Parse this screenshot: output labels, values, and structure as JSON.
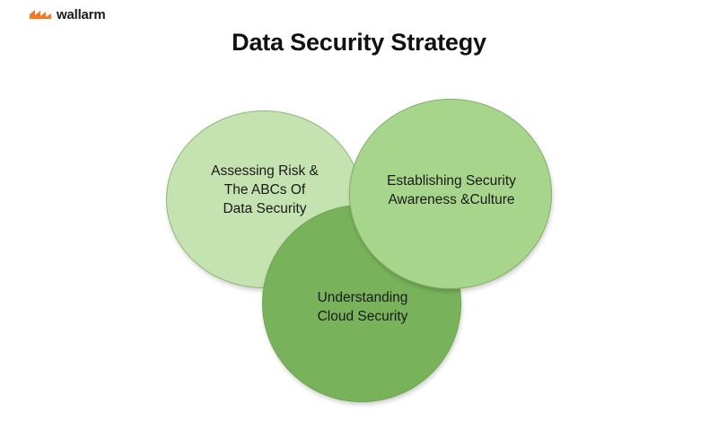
{
  "brand": {
    "logo_text": "wallarm",
    "logo_color": "#f47920"
  },
  "title": "Data Security Strategy",
  "diagram": {
    "type": "venn",
    "circles": [
      {
        "lines": [
          "Assessing Risk &",
          "The ABCs Of",
          "Data Security"
        ],
        "color": "#c5e2b1"
      },
      {
        "lines": [
          "Establishing Security",
          "Awareness &Culture"
        ],
        "color": "#a7d58b"
      },
      {
        "lines": [
          "Understanding",
          "Cloud Security"
        ],
        "color": "#78b25a"
      }
    ]
  }
}
